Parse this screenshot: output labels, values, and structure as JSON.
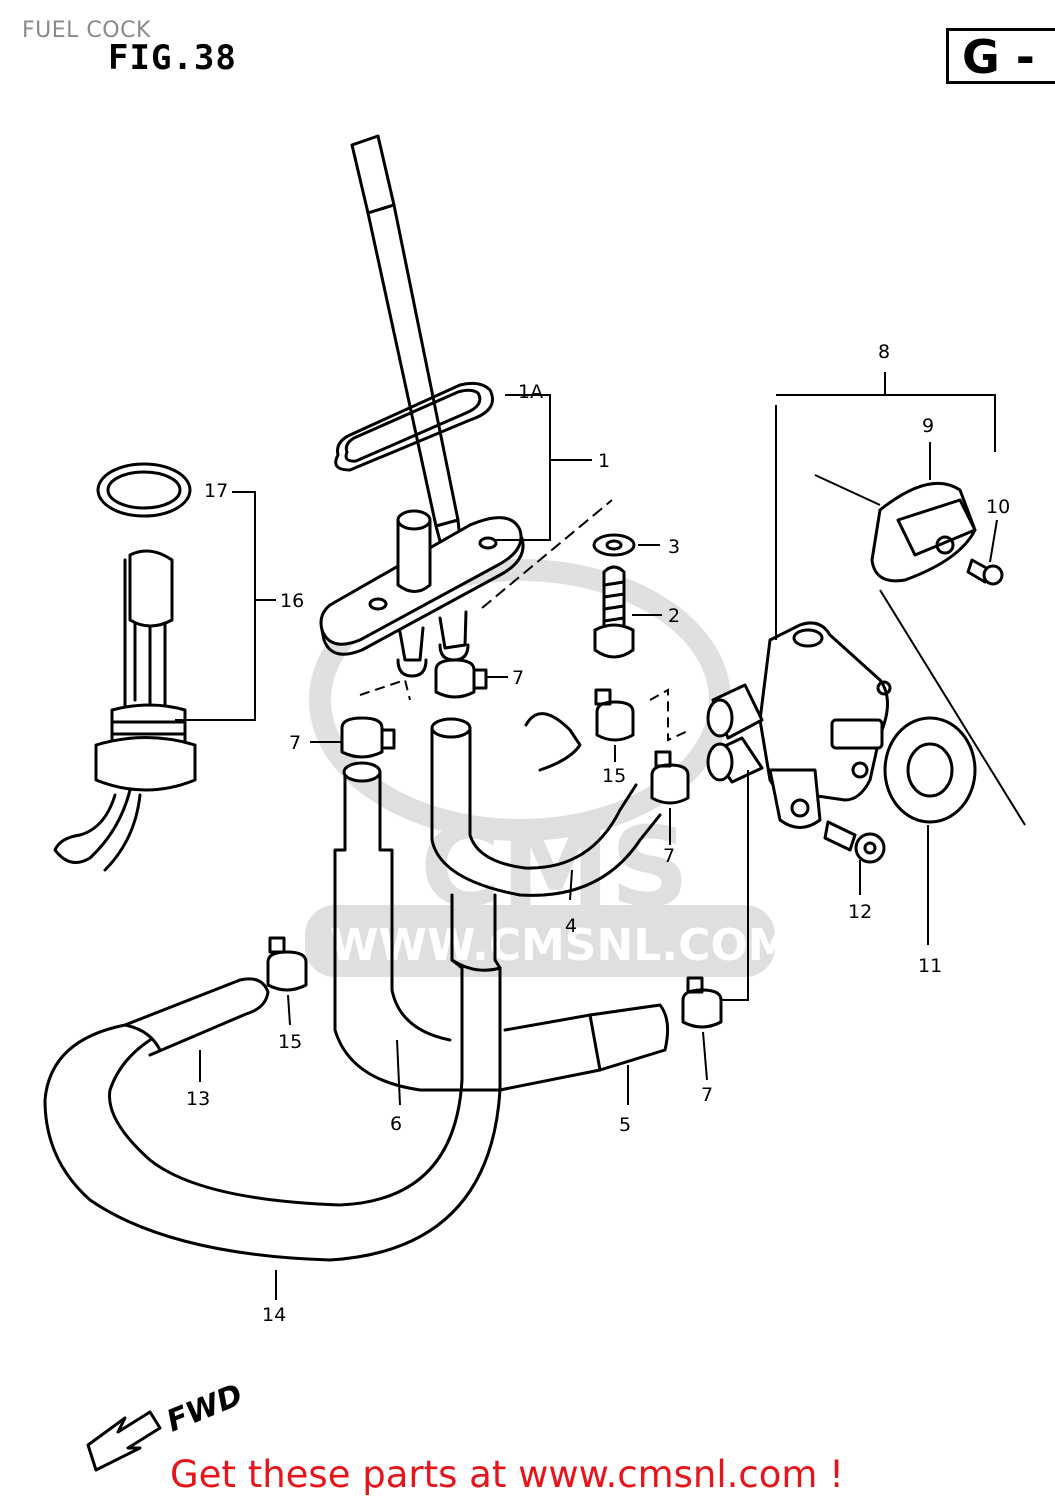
{
  "header": {
    "title": "FUEL COCK",
    "figure": "FIG.38",
    "section": "G -"
  },
  "watermark": {
    "logo": "CMS",
    "url": "WWW.CMSNL.COM"
  },
  "direction_label": "FWD",
  "footer": {
    "link_text": "Get these parts at www.cmsnl.com !",
    "link_color": "#e8141b"
  },
  "callouts": {
    "c1": "1",
    "c1a": "1A",
    "c2": "2",
    "c3": "3",
    "c4": "4",
    "c5": "5",
    "c6": "6",
    "c7a": "7",
    "c7b": "7",
    "c7c": "7",
    "c7d": "7",
    "c8": "8",
    "c9": "9",
    "c10": "10",
    "c11": "11",
    "c12": "12",
    "c13": "13",
    "c14": "14",
    "c15a": "15",
    "c15b": "15",
    "c16": "16",
    "c17": "17"
  }
}
